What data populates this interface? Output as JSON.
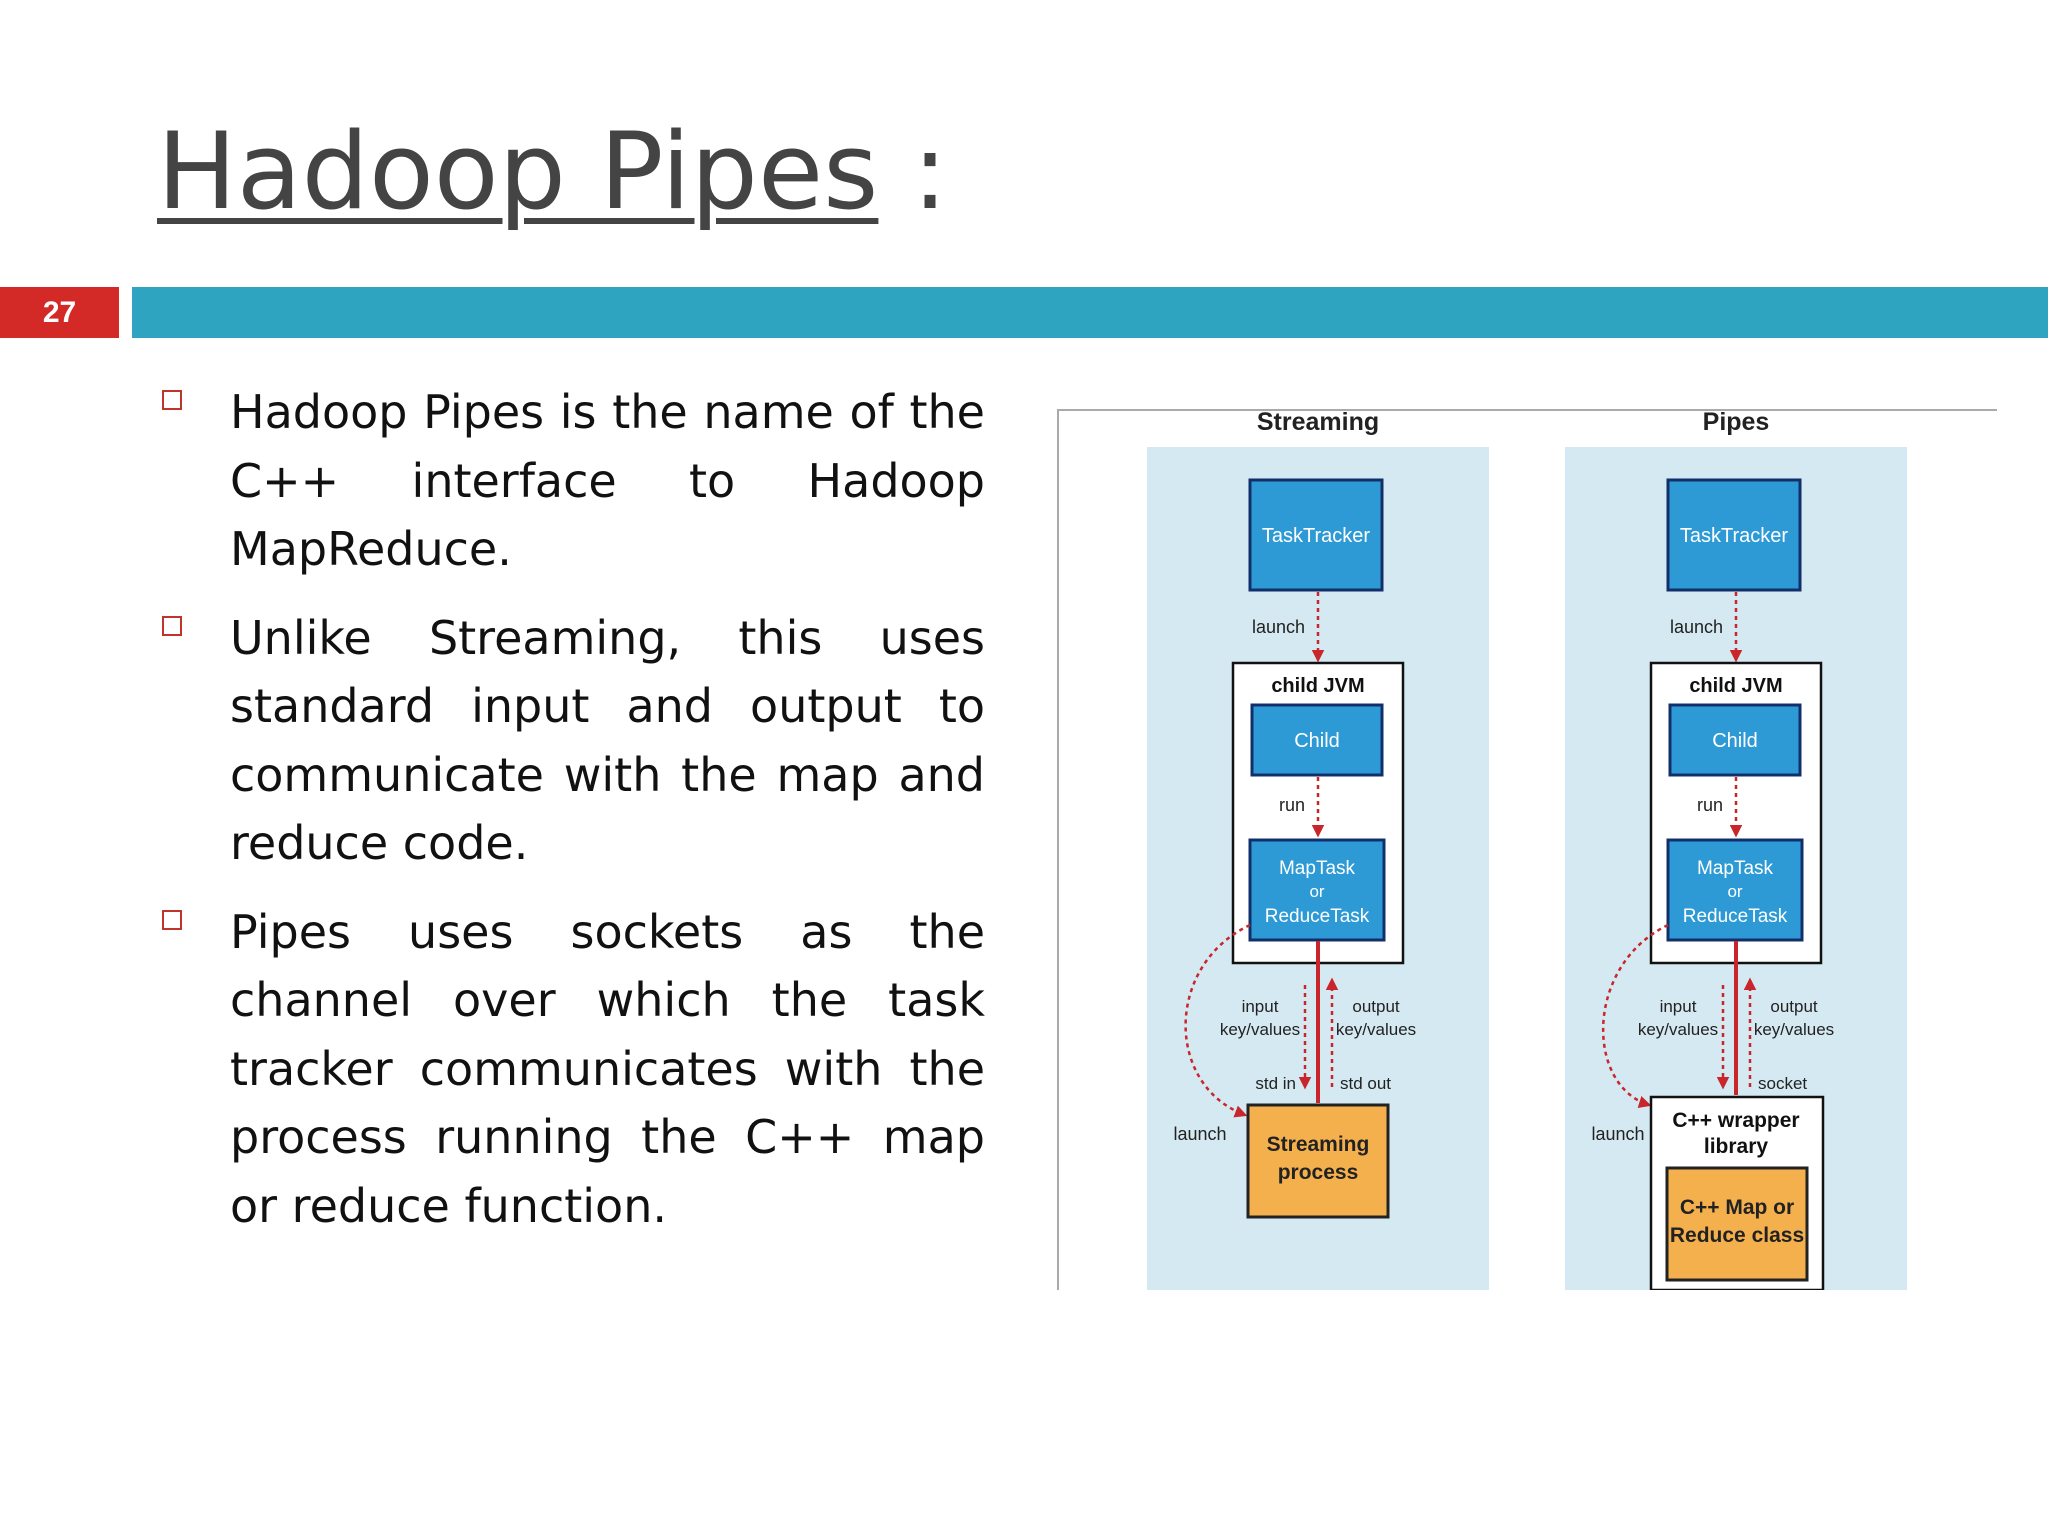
{
  "slide": {
    "title_main": "Hadoop Pipes",
    "title_suffix": " :",
    "number": "27"
  },
  "bullets": [
    "Hadoop Pipes is the name of the C++ interface to Hadoop MapReduce.",
    "Unlike Streaming, this uses standard input and output to communicate with the map and reduce code.",
    "Pipes uses sockets as the channel over which the task tracker communicates with the process running the C++ map or reduce function."
  ],
  "diagram": {
    "colors": {
      "panel": "#d5e9f2",
      "blue_box": "#2d9ad6",
      "blue_box_border": "#11306b",
      "orange_box": "#f5b04e",
      "arrow_red": "#c8262a"
    },
    "streaming": {
      "header": "Streaming",
      "tasktracker": "TaskTracker",
      "launch": "launch",
      "child_jvm": "child JVM",
      "child": "Child",
      "run": "run",
      "maptask_line1": "MapTask",
      "maptask_line2": "or",
      "maptask_line3": "ReduceTask",
      "input_line1": "input",
      "input_line2": "key/values",
      "output_line1": "output",
      "output_line2": "key/values",
      "std_in": "std in",
      "std_out": "std out",
      "launch_side": "launch",
      "process_line1": "Streaming",
      "process_line2": "process"
    },
    "pipes": {
      "header": "Pipes",
      "tasktracker": "TaskTracker",
      "launch": "launch",
      "child_jvm": "child JVM",
      "child": "Child",
      "run": "run",
      "maptask_line1": "MapTask",
      "maptask_line2": "or",
      "maptask_line3": "ReduceTask",
      "input_line1": "input",
      "input_line2": "key/values",
      "output_line1": "output",
      "output_line2": "key/values",
      "socket": "socket",
      "launch_side": "launch",
      "wrapper_line1": "C++ wrapper",
      "wrapper_line2": "library",
      "class_line1": "C++ Map or",
      "class_line2": "Reduce class"
    }
  }
}
